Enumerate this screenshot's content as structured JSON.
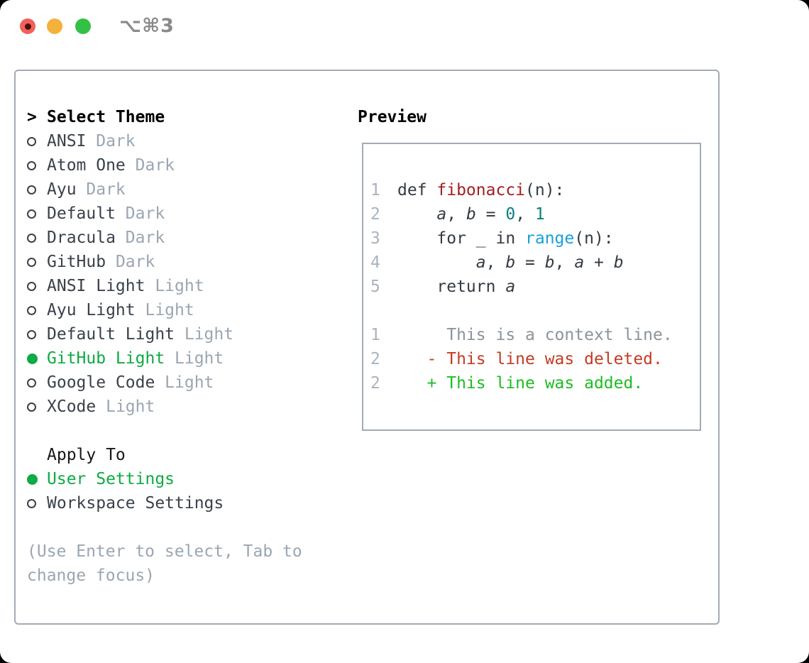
{
  "titlebar": {
    "shortcut": "⌥⌘3",
    "buttons": [
      "close",
      "minimize",
      "zoom"
    ]
  },
  "theme_list": {
    "pointer": ">",
    "header": "Select Theme",
    "items": [
      {
        "name": "ANSI",
        "variant": "Dark",
        "selected": false
      },
      {
        "name": "Atom One",
        "variant": "Dark",
        "selected": false
      },
      {
        "name": "Ayu",
        "variant": "Dark",
        "selected": false
      },
      {
        "name": "Default",
        "variant": "Dark",
        "selected": false
      },
      {
        "name": "Dracula",
        "variant": "Dark",
        "selected": false
      },
      {
        "name": "GitHub",
        "variant": "Dark",
        "selected": false
      },
      {
        "name": "ANSI Light",
        "variant": "Light",
        "selected": false
      },
      {
        "name": "Ayu Light",
        "variant": "Light",
        "selected": false
      },
      {
        "name": "Default Light",
        "variant": "Light",
        "selected": false
      },
      {
        "name": "GitHub Light",
        "variant": "Light",
        "selected": true
      },
      {
        "name": "Google Code",
        "variant": "Light",
        "selected": false
      },
      {
        "name": "XCode",
        "variant": "Light",
        "selected": false
      }
    ]
  },
  "apply_to": {
    "header": "Apply To",
    "items": [
      {
        "label": "User Settings",
        "selected": true
      },
      {
        "label": "Workspace Settings",
        "selected": false
      }
    ]
  },
  "hints": [
    "(Use Enter to select, Tab to",
    "change focus)"
  ],
  "preview": {
    "header": "Preview",
    "lines": [
      {
        "num": "1",
        "segments": [
          {
            "text": "def ",
            "style": "plain"
          },
          {
            "text": "fibonacci",
            "style": "fn"
          },
          {
            "text": "(n):",
            "style": "plain"
          }
        ]
      },
      {
        "num": "2",
        "segments": [
          {
            "text": "    ",
            "style": "plain"
          },
          {
            "text": "a",
            "style": "var"
          },
          {
            "text": ", ",
            "style": "plain"
          },
          {
            "text": "b",
            "style": "var"
          },
          {
            "text": " = ",
            "style": "plain"
          },
          {
            "text": "0",
            "style": "num"
          },
          {
            "text": ", ",
            "style": "plain"
          },
          {
            "text": "1",
            "style": "num"
          }
        ]
      },
      {
        "num": "3",
        "segments": [
          {
            "text": "    for _ in ",
            "style": "plain"
          },
          {
            "text": "range",
            "style": "builtin"
          },
          {
            "text": "(n):",
            "style": "plain"
          }
        ]
      },
      {
        "num": "4",
        "segments": [
          {
            "text": "        ",
            "style": "plain"
          },
          {
            "text": "a",
            "style": "var"
          },
          {
            "text": ", ",
            "style": "plain"
          },
          {
            "text": "b",
            "style": "var"
          },
          {
            "text": " = ",
            "style": "plain"
          },
          {
            "text": "b",
            "style": "var"
          },
          {
            "text": ", ",
            "style": "plain"
          },
          {
            "text": "a",
            "style": "var"
          },
          {
            "text": " + ",
            "style": "plain"
          },
          {
            "text": "b",
            "style": "var"
          }
        ]
      },
      {
        "num": "5",
        "segments": [
          {
            "text": "    return ",
            "style": "plain"
          },
          {
            "text": "a",
            "style": "var"
          }
        ]
      },
      {
        "num": "",
        "segments": []
      },
      {
        "num": "1",
        "segments": [
          {
            "text": "     This is a context line.",
            "style": "ctx"
          }
        ]
      },
      {
        "num": "2",
        "segments": [
          {
            "text": "   - This line was deleted.",
            "style": "del"
          }
        ]
      },
      {
        "num": "2",
        "segments": [
          {
            "text": "   + This line was added.",
            "style": "add"
          }
        ]
      }
    ]
  },
  "colors": {
    "accent_green": "#0cab43",
    "added": "#1dbd24",
    "deleted": "#c53b22",
    "context": "#8b949c",
    "code_plain": "#343b43",
    "code_function": "#a4201f",
    "code_number": "#0b7e82",
    "code_builtin": "#199fd9",
    "line_number": "#a9b3be",
    "item_text": "#3a414a",
    "variant_text": "#9aa6b2",
    "hint": "#9aa6b2",
    "border": "#a2abb6",
    "titlebar_red": "#f2605a",
    "titlebar_red_dot": "#4a120e",
    "titlebar_yellow": "#f4b13c",
    "titlebar_green": "#32c146",
    "shortcut": "#8a8a8a"
  }
}
